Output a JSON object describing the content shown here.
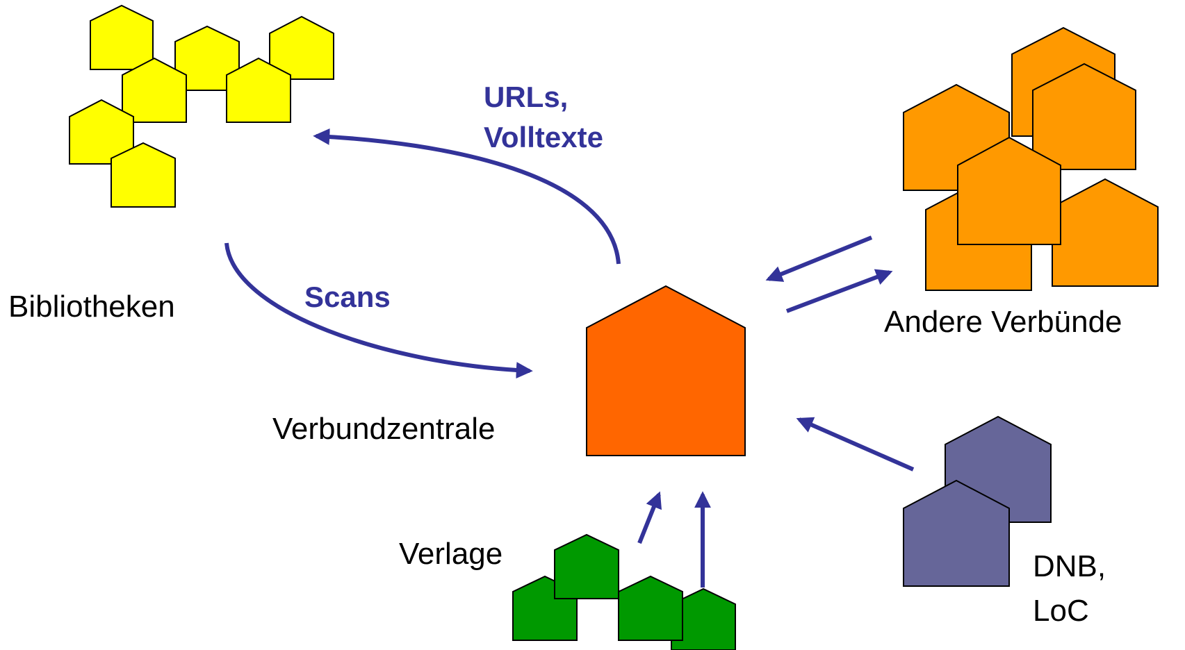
{
  "colors": {
    "bibliotheken": "#ffff00",
    "verbundzentrale": "#ff6600",
    "andere_verbuende": "#ff9900",
    "verlage": "#009900",
    "dnb_loc": "#666699",
    "arrow": "#333399",
    "outline": "#000000"
  },
  "icons": {
    "house": "house-icon",
    "arrow": "arrow-icon"
  },
  "labels": {
    "bibliotheken": "Bibliotheken",
    "verbundzentrale": "Verbundzentrale",
    "andere_verbuende": "Andere Verbünde",
    "verlage": "Verlage",
    "dnb_line1": "DNB,",
    "dnb_line2": "LoC"
  },
  "flows": {
    "urls_line1": "URLs,",
    "urls_line2": "Volltexte",
    "scans": "Scans"
  }
}
